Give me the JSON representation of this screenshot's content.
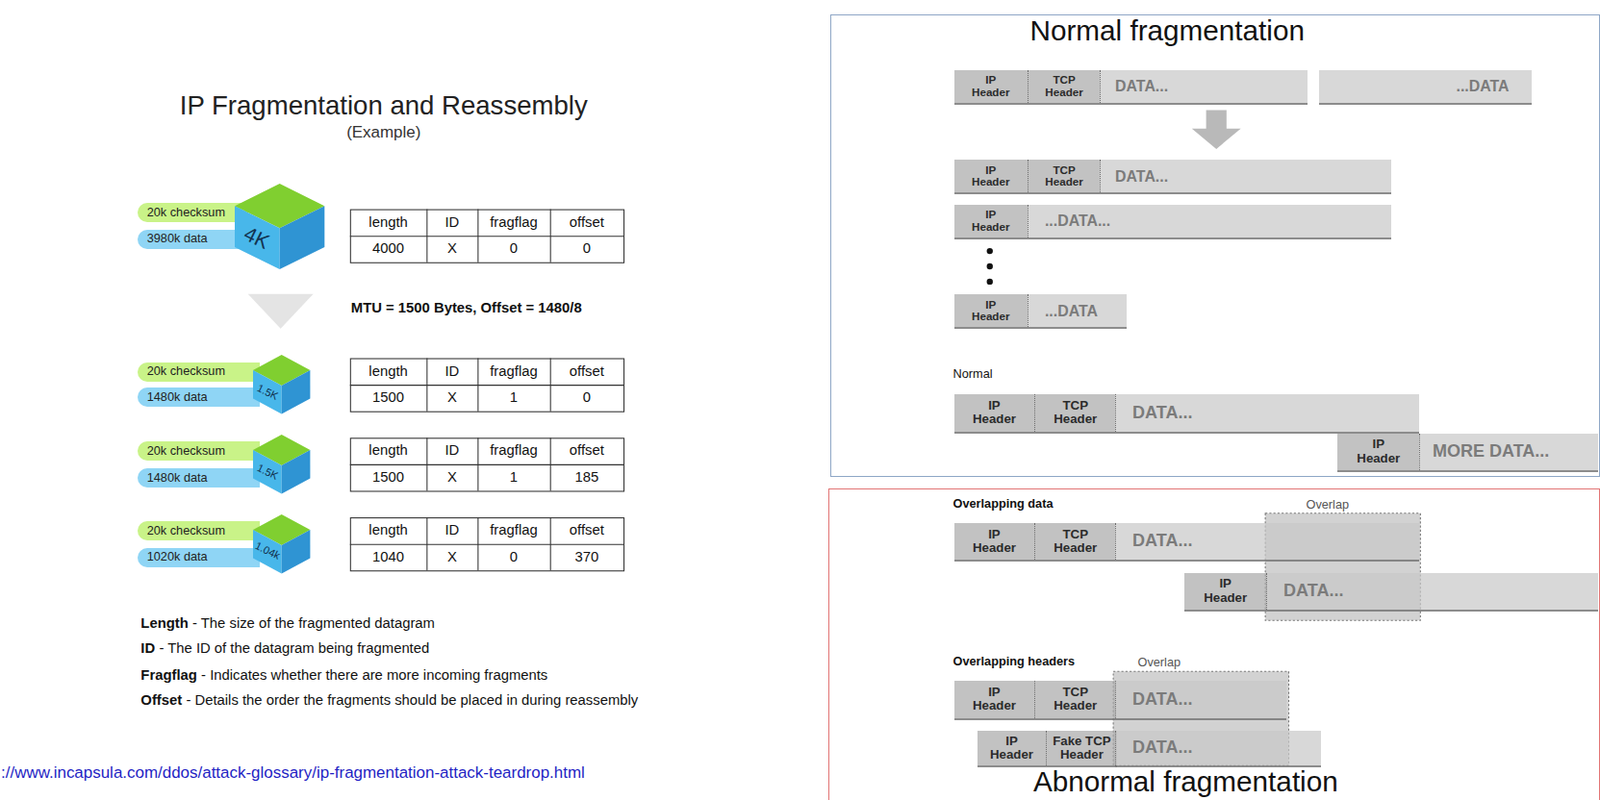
{
  "diagram": {
    "title": "IP Fragmentation and Reassembly",
    "nodes": [
      {
        "text": [
          "20k checksum"
        ]
      },
      {
        "text": [
          "3980k data"
        ]
      },
      {
        "text": [
          "4K"
        ]
      },
      {
        "text": [
          "20k checksum"
        ]
      },
      {
        "text": [
          "1480k data"
        ]
      },
      {
        "text": [
          "1.5K"
        ]
      },
      {
        "text": [
          "20k checksum"
        ]
      },
      {
        "text": [
          "1480k data"
        ]
      },
      {
        "text": [
          "1.5K"
        ]
      },
      {
        "text": [
          "20k checksum"
        ]
      },
      {
        "text": [
          "1020k data"
        ]
      },
      {
        "text": [
          "1.04k"
        ]
      },
      {
        "text": [
          "Normal fragmentation"
        ]
      },
      {
        "text": [
          "IP Header"
        ],
        "in": 12
      },
      {
        "text": [
          "TCP Header"
        ],
        "in": 12
      },
      {
        "text": [
          "DATA..."
        ],
        "in": 12
      },
      {
        "text": [
          "...DATA"
        ],
        "in": 12
      },
      {
        "text": [
          "IP Header"
        ],
        "in": 12
      },
      {
        "text": [
          "TCP Header"
        ],
        "in": 12
      },
      {
        "text": [
          "DATA..."
        ],
        "in": 12
      },
      {
        "text": [
          "IP Header"
        ],
        "in": 12
      },
      {
        "text": [
          "...DATA..."
        ],
        "in": 12
      },
      {
        "text": [
          "IP Header"
        ],
        "in": 12
      },
      {
        "text": [
          "...DATA"
        ],
        "in": 12
      },
      {
        "text": [
          "IP Header"
        ],
        "in": 12
      },
      {
        "text": [
          "TCP Header"
        ],
        "in": 12
      },
      {
        "text": [
          "DATA..."
        ],
        "in": 12
      },
      {
        "text": [
          "IP Header"
        ],
        "in": 12
      },
      {
        "text": [
          "MORE DATA..."
        ],
        "in": 12
      },
      {
        "text": [
          "Abnormal fragmentation"
        ]
      },
      {
        "text": [
          "IP Header"
        ],
        "in": 29
      },
      {
        "text": [
          "TCP Header"
        ],
        "in": 29
      },
      {
        "text": [
          "DATA..."
        ],
        "in": 29
      },
      {
        "text": [
          "IP Header"
        ],
        "in": 29
      },
      {
        "text": [
          "DATA..."
        ],
        "in": 29
      },
      {
        "text": [
          "IP Header"
        ],
        "in": 29
      },
      {
        "text": [
          "TCP Header"
        ],
        "in": 29
      },
      {
        "text": [
          "DATA..."
        ],
        "in": 29
      },
      {
        "text": [
          "IP Header"
        ],
        "in": 29
      },
      {
        "text": [
          "Fake TCP Header"
        ],
        "in": 29
      },
      {
        "text": [
          "DATA..."
        ],
        "in": 29
      }
    ],
    "labels": [
      "(Example)",
      "length",
      "ID",
      "fragflag",
      "offset",
      "4000",
      "X",
      "0",
      "0",
      "MTU = 1500 Bytes,  Offset = 1480/8",
      "length",
      "ID",
      "fragflag",
      "offset",
      "1500",
      "X",
      "1",
      "0",
      "length",
      "ID",
      "fragflag",
      "offset",
      "1500",
      "X",
      "1",
      "185",
      "length",
      "ID",
      "fragflag",
      "offset",
      "1040",
      "X",
      "0",
      "370",
      "Length",
      "- The size of the fragmented datagram",
      "ID",
      "- The ID of the datagram being fragmented",
      "Fragflag",
      "- Indicates whether there are more incoming fragments",
      "Offset",
      "- Details the order the fragments should be placed in during reassembly",
      "://www.incapsula.com/ddos/attack-glossary/ip-fragmentation-attack-teardrop.html",
      "Normal",
      "Overlapping data",
      "Overlap",
      "Overlapping headers",
      "Overlap"
    ]
  }
}
